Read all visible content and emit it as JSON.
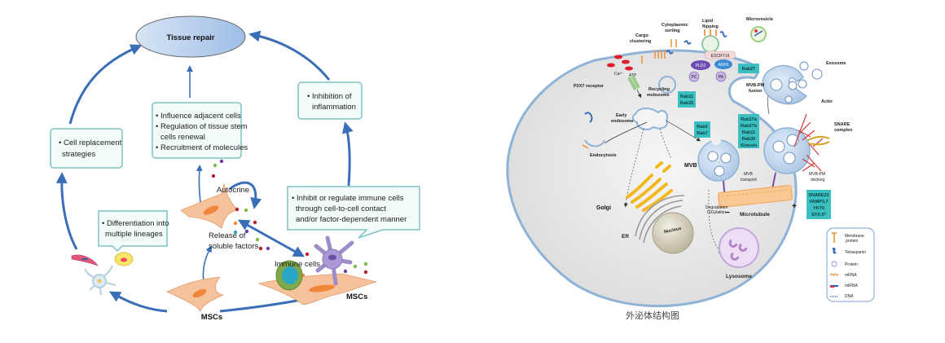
{
  "left_diagram": {
    "center_node": "Tissue repair",
    "boxes": {
      "cell_replacement": [
        "• Cell replacement",
        "strategies"
      ],
      "paracrine": [
        "• Influence adjacent cells",
        "• Regulation of tissue stem",
        "cells renewal",
        "• Recruitment of molecules"
      ],
      "inflammation": [
        "• Inhibition of",
        "inflammation"
      ],
      "differentiation": [
        "• Differentiation into",
        "multiple lineages"
      ],
      "immune": [
        "• Inhibit or regulate immune cells",
        "through cell-to-cell contact",
        "and/or factor-dependent manner"
      ]
    },
    "labels": {
      "autocrine": "Autocrine",
      "release_1": "Release of",
      "release_2": "soluble factors",
      "immune_cells": "Immune cells",
      "mscs_bottom": "MSCs",
      "mscs_right": "MSCs"
    },
    "colors": {
      "arrow": "#3a6fb8",
      "box_border": "#7fc4c4",
      "box_fill": "#f3fbfb",
      "ellipse_fill": "#bcd3ee",
      "cell_fill": "#f6c29b"
    }
  },
  "right_diagram": {
    "labels": {
      "cargo": [
        "Cargo",
        "clustering"
      ],
      "cytoplasmic": [
        "Cytoplasmic",
        "sorting"
      ],
      "lipid": [
        "Lipid",
        "flipping"
      ],
      "microvesicle": "Microvesicle",
      "exosome": "Exosome",
      "escrt": "ESCRT-III",
      "pld2": "PLD2",
      "arf6": "ARF6",
      "pc": "PC",
      "pa": "PA",
      "ca": "Ca²⁺",
      "atp": "ATP",
      "p2x7": "P2X7 receptor",
      "recycling": [
        "Recycling",
        "endosome"
      ],
      "early": [
        "Early",
        "endosome"
      ],
      "endocytosis": "Endocytosis",
      "mvb_pm_fusion": [
        "MVB-PM",
        "fusion"
      ],
      "actin": "Actin",
      "snare_complex": [
        "SNARE",
        "complex"
      ],
      "mvb": "MVB",
      "mvb_transport": [
        "MVB",
        "transport"
      ],
      "mvb_pm_docking": [
        "MVB-PM",
        "docking"
      ],
      "golgi": "Golgi",
      "er": "ER",
      "nucleus": "Nucleus",
      "degradation": [
        "Degradation",
        "ISGylation"
      ],
      "microtubule": "Microtubule",
      "minus": "−",
      "plus": "+",
      "lysosome": "Lysosome"
    },
    "teal_boxes": {
      "rab27": [
        "Rab27"
      ],
      "rab11_35": [
        "Rab11",
        "Rab35"
      ],
      "rab5_7": [
        "Rab5",
        "Rab7"
      ],
      "rab27ab": [
        "Rab27a",
        "Rab27b",
        "Rab11",
        "Rab35",
        "Kinesin"
      ],
      "snare": [
        "SNARE23",
        "VAMP3,7",
        "YKT6",
        "SYX-5*"
      ]
    },
    "legend": [
      {
        "icon": "membrane-protein-icon",
        "label": [
          "Membrane",
          "protein"
        ]
      },
      {
        "icon": "tetraspanin-icon",
        "label": [
          "Tetraspanin"
        ]
      },
      {
        "icon": "protein-icon",
        "label": [
          "Protein"
        ]
      },
      {
        "icon": "mrna-icon",
        "label": [
          "mRNA"
        ]
      },
      {
        "icon": "mirna-icon",
        "label": [
          "miRNA"
        ]
      },
      {
        "icon": "dna-icon",
        "label": [
          "DNA"
        ]
      }
    ],
    "caption": "外泌体结构图",
    "colors": {
      "teal": "#3bbfc0",
      "membrane": "#8fb3d6",
      "cell_fill": "#ececec",
      "golgi": "#f2b81e",
      "actin": "#d23b3b",
      "microtubule": "#f3a24e",
      "lysosome": "#d9c7e8"
    }
  }
}
